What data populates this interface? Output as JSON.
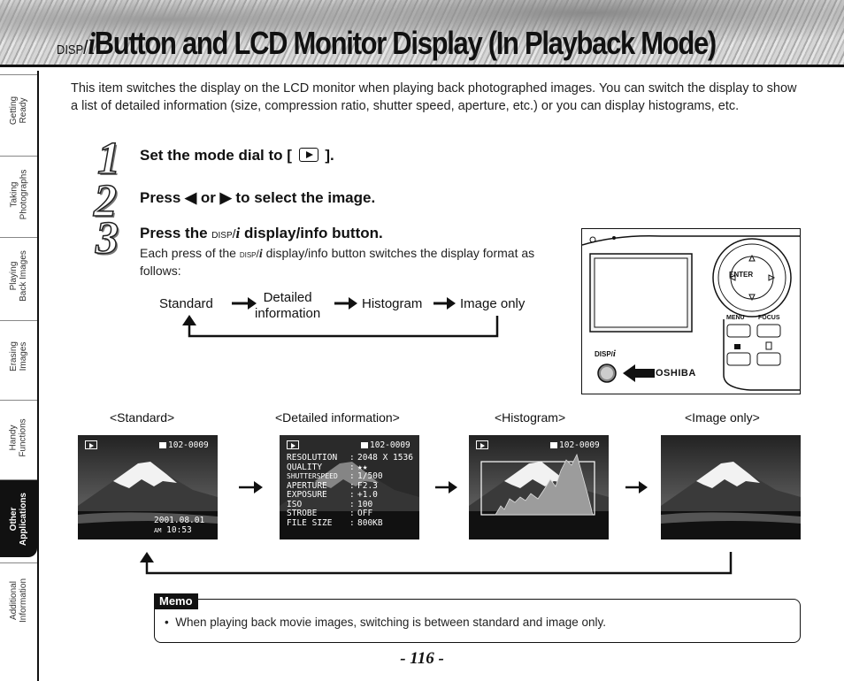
{
  "header": {
    "disp": "disp",
    "i": "i",
    "title": "Button and LCD Monitor Display (In Playback Mode)"
  },
  "sidebar": {
    "tabs": [
      {
        "label": "Getting\nReady",
        "active": false
      },
      {
        "label": "Taking\nPhotographs",
        "active": false
      },
      {
        "label": "Playing\nBack Images",
        "active": false
      },
      {
        "label": "Erasing\nImages",
        "active": false
      },
      {
        "label": "Handy\nFunctions",
        "active": false
      },
      {
        "label": "Other\nApplications",
        "active": true
      },
      {
        "label": "Additional\nInformation",
        "active": false
      }
    ]
  },
  "intro": "This item switches the display on the LCD monitor when playing back photographed images. You can switch the display to show a list of detailed information (size, compression ratio, shutter speed, aperture, etc.) or you can display histograms, etc.",
  "steps": {
    "s1": {
      "num": "1",
      "before": "Set the mode dial to [",
      "after": "]."
    },
    "s2": {
      "num": "2",
      "press": "Press",
      "or": "or",
      "rest": "to select the image."
    },
    "s3": {
      "num": "3",
      "before": "Press the",
      "disp": "disp/",
      "i": "i",
      "after": "display/info button.",
      "desc_before": "Each press of the",
      "desc_disp": "disp/",
      "desc_i": "i",
      "desc_after": "display/info button switches the display format as follows:"
    }
  },
  "flow": {
    "standard": "Standard",
    "detailed": "Detailed\ninformation",
    "histogram": "Histogram",
    "image_only": "Image only"
  },
  "camera": {
    "enter": "ENTER",
    "menu": "MENU",
    "focus": "FOCUS",
    "disp": "DISP/",
    "disp_i": "i",
    "brand": "OSHIBA"
  },
  "thumbs": {
    "captions": [
      "<Standard>",
      "<Detailed information>",
      "<Histogram>",
      "<Image only>"
    ],
    "file_no": "102-0009",
    "date": "2001.08.01",
    "am": "AM",
    "time": "10:53",
    "details": {
      "labels": [
        "RESOLUTION",
        "QUALITY",
        "SHUTTERSPEED",
        "APERTURE",
        "EXPOSURE",
        "ISO",
        "STROBE",
        "FILE SIZE"
      ],
      "values": [
        "2048 X 1536",
        "★★",
        "1/500",
        "F2.3",
        "+1.0",
        "100",
        "OFF",
        "800KB"
      ]
    }
  },
  "memo": {
    "tag": "Memo",
    "bullet": "•",
    "text": "When playing back movie images, switching is between standard and image only."
  },
  "page_number": "- 116 -"
}
